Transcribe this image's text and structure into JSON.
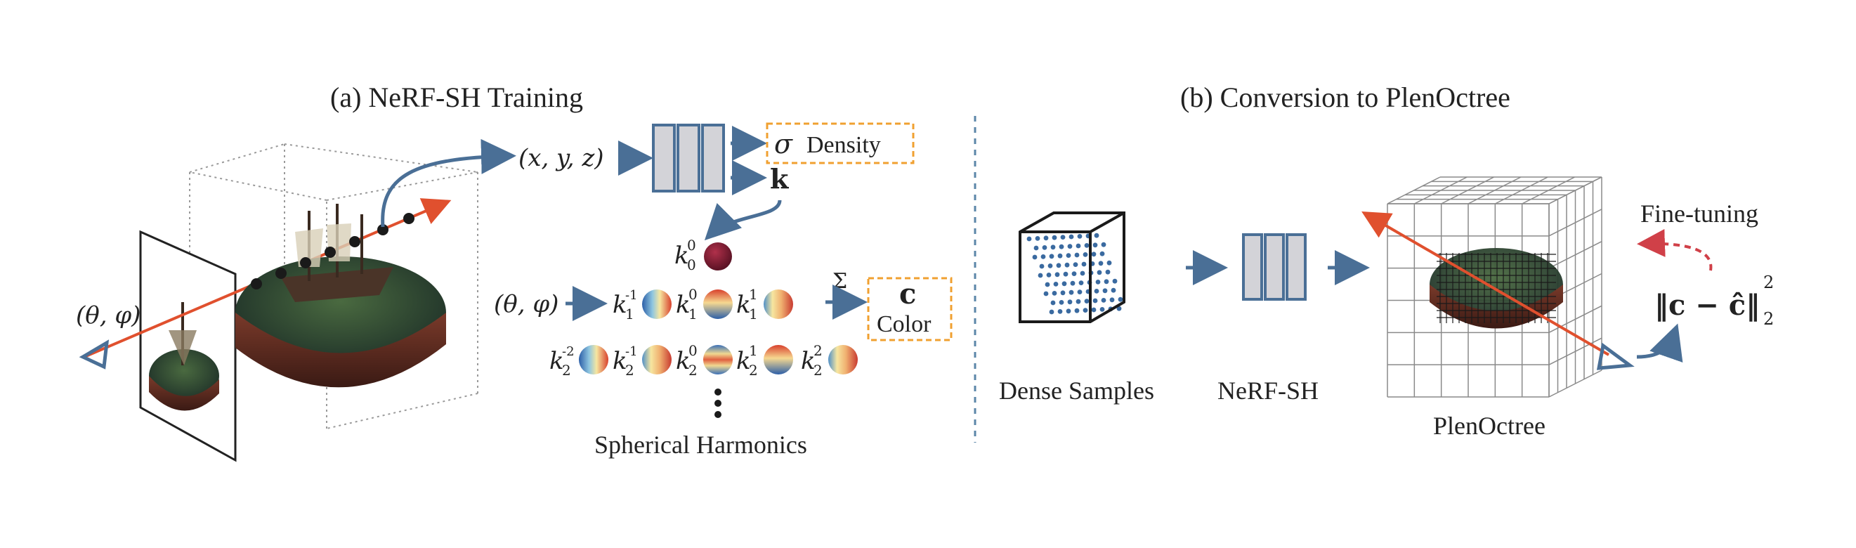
{
  "panel_a": {
    "title": "(a) NeRF-SH Training",
    "view_dir": "(θ, φ)",
    "position": "(x, y, z)",
    "sigma": "σ",
    "density": "Density",
    "k": "k",
    "sh_view_dir": "(θ, φ)",
    "sigma_sum": "Σ",
    "color_c": "c",
    "color": "Color",
    "sh_label": "Spherical Harmonics",
    "coeffs": {
      "k00": "k",
      "k00_sub": "0",
      "k00_sup": "0",
      "k1m1": "k",
      "k1m1_sub": "1",
      "k1m1_sup": "-1",
      "k10": "k",
      "k10_sub": "1",
      "k10_sup": "0",
      "k11": "k",
      "k11_sub": "1",
      "k11_sup": "1",
      "k2m2": "k",
      "k2m2_sub": "2",
      "k2m2_sup": "-2",
      "k2m1": "k",
      "k2m1_sub": "2",
      "k2m1_sup": "-1",
      "k20": "k",
      "k20_sub": "2",
      "k20_sup": "0",
      "k21": "k",
      "k21_sub": "2",
      "k21_sup": "1",
      "k22": "k",
      "k22_sub": "2",
      "k22_sup": "2"
    }
  },
  "panel_b": {
    "title": "(b) Conversion to PlenOctree",
    "dense_samples": "Dense Samples",
    "nerf_sh": "NeRF-SH",
    "plenoctree": "PlenOctree",
    "fine_tuning": "Fine-tuning",
    "loss": "‖c − ĉ‖",
    "loss_sub": "2",
    "loss_sup": "2"
  },
  "colors": {
    "arrow_blue": "#4a6f96",
    "ray_red": "#e0502e",
    "box_orange": "#f0a030",
    "mlp_gray": "#d3d3d8",
    "dashed_red": "#d04048",
    "divider": "#5b86a8"
  }
}
